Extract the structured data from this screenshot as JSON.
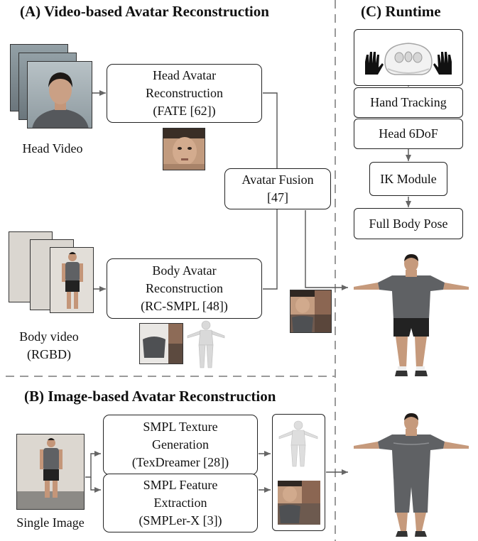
{
  "titles": {
    "section_a": "(A) Video-based Avatar Reconstruction",
    "section_b": "(B) Image-based Avatar Reconstruction",
    "section_c": "(C) Runtime"
  },
  "section_a": {
    "head_video_label": "Head Video",
    "body_video_label": [
      "Body video",
      "(RGBD)"
    ],
    "head_box": [
      "Head Avatar",
      "Reconstruction",
      "(FATE [62])"
    ],
    "fusion_box": [
      "Avatar Fusion",
      "[47]"
    ],
    "body_box": [
      "Body Avatar",
      "Reconstruction",
      "(RC-SMPL [48])"
    ]
  },
  "section_b": {
    "single_image_label": "Single Image",
    "texture_box": [
      "SMPL Texture",
      "Generation",
      "(TexDreamer [28])"
    ],
    "feature_box": [
      "SMPL Feature",
      "Extraction",
      "(SMPLer-X [3])"
    ]
  },
  "section_c": {
    "steps": [
      "Hand Tracking",
      "Head 6DoF",
      "IK Module",
      "Full Body Pose"
    ]
  },
  "colors": {
    "line": "#333333",
    "arrow": "#666666",
    "divider": "#9a9a9a",
    "shirt": "#5f6164",
    "skin": "#c69a7c",
    "hair": "#1f1a17",
    "shorts": "#222222"
  }
}
